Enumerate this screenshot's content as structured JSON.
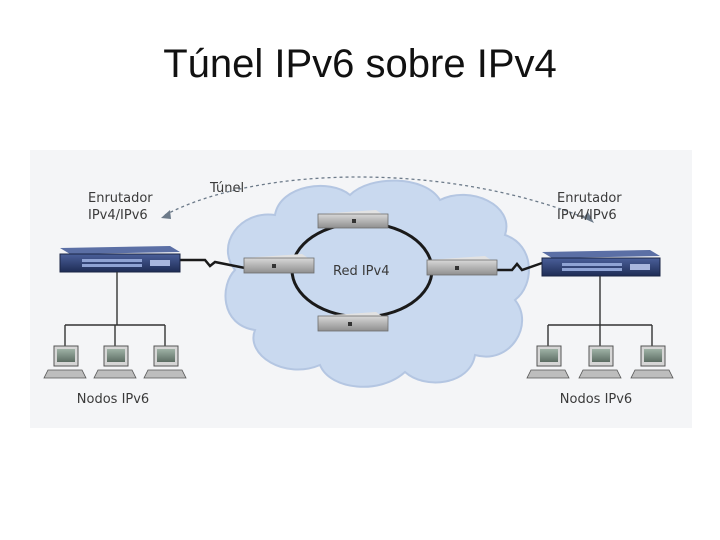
{
  "slide": {
    "title": "Túnel IPv6 sobre IPv4"
  },
  "diagram": {
    "tunnel_label": "Túnel",
    "network_label": "Red IPv4",
    "left_router": {
      "line1": "Enrutador",
      "line2": "IPv4/IPv6"
    },
    "right_router": {
      "line1": "Enrutador",
      "line2": "IPv4/IPv6"
    },
    "left_nodes_label": "Nodos IPv6",
    "right_nodes_label": "Nodos IPv6",
    "colors": {
      "cloud": "#c9d9ef",
      "router_body": "#2c3f73",
      "server_body": "#b9b9b9",
      "tunnel_line": "#6c7a89"
    }
  }
}
